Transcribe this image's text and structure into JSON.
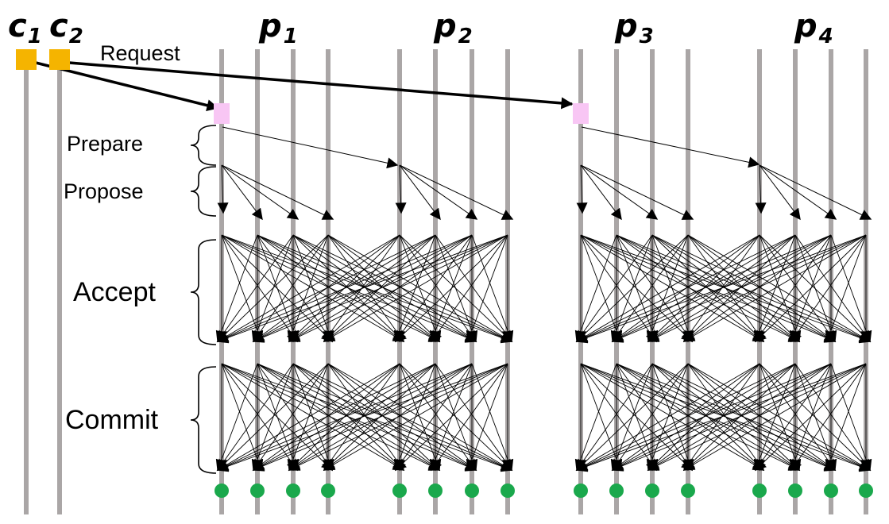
{
  "clients": [
    {
      "letter": "c",
      "sub": "1"
    },
    {
      "letter": "c",
      "sub": "2"
    }
  ],
  "groups": [
    {
      "letter": "p",
      "sub": "1"
    },
    {
      "letter": "p",
      "sub": "2"
    },
    {
      "letter": "p",
      "sub": "3"
    },
    {
      "letter": "p",
      "sub": "4"
    }
  ],
  "labels": {
    "request": "Request",
    "prepare": "Prepare",
    "propose": "Propose",
    "accept": "Accept",
    "commit": "Commit"
  },
  "colors": {
    "timeline": "#aaa6a6",
    "client_box": "#f5b400",
    "leader_box": "#f8c6f4",
    "commit_dot": "#1aa84c",
    "arrow": "#000000"
  }
}
